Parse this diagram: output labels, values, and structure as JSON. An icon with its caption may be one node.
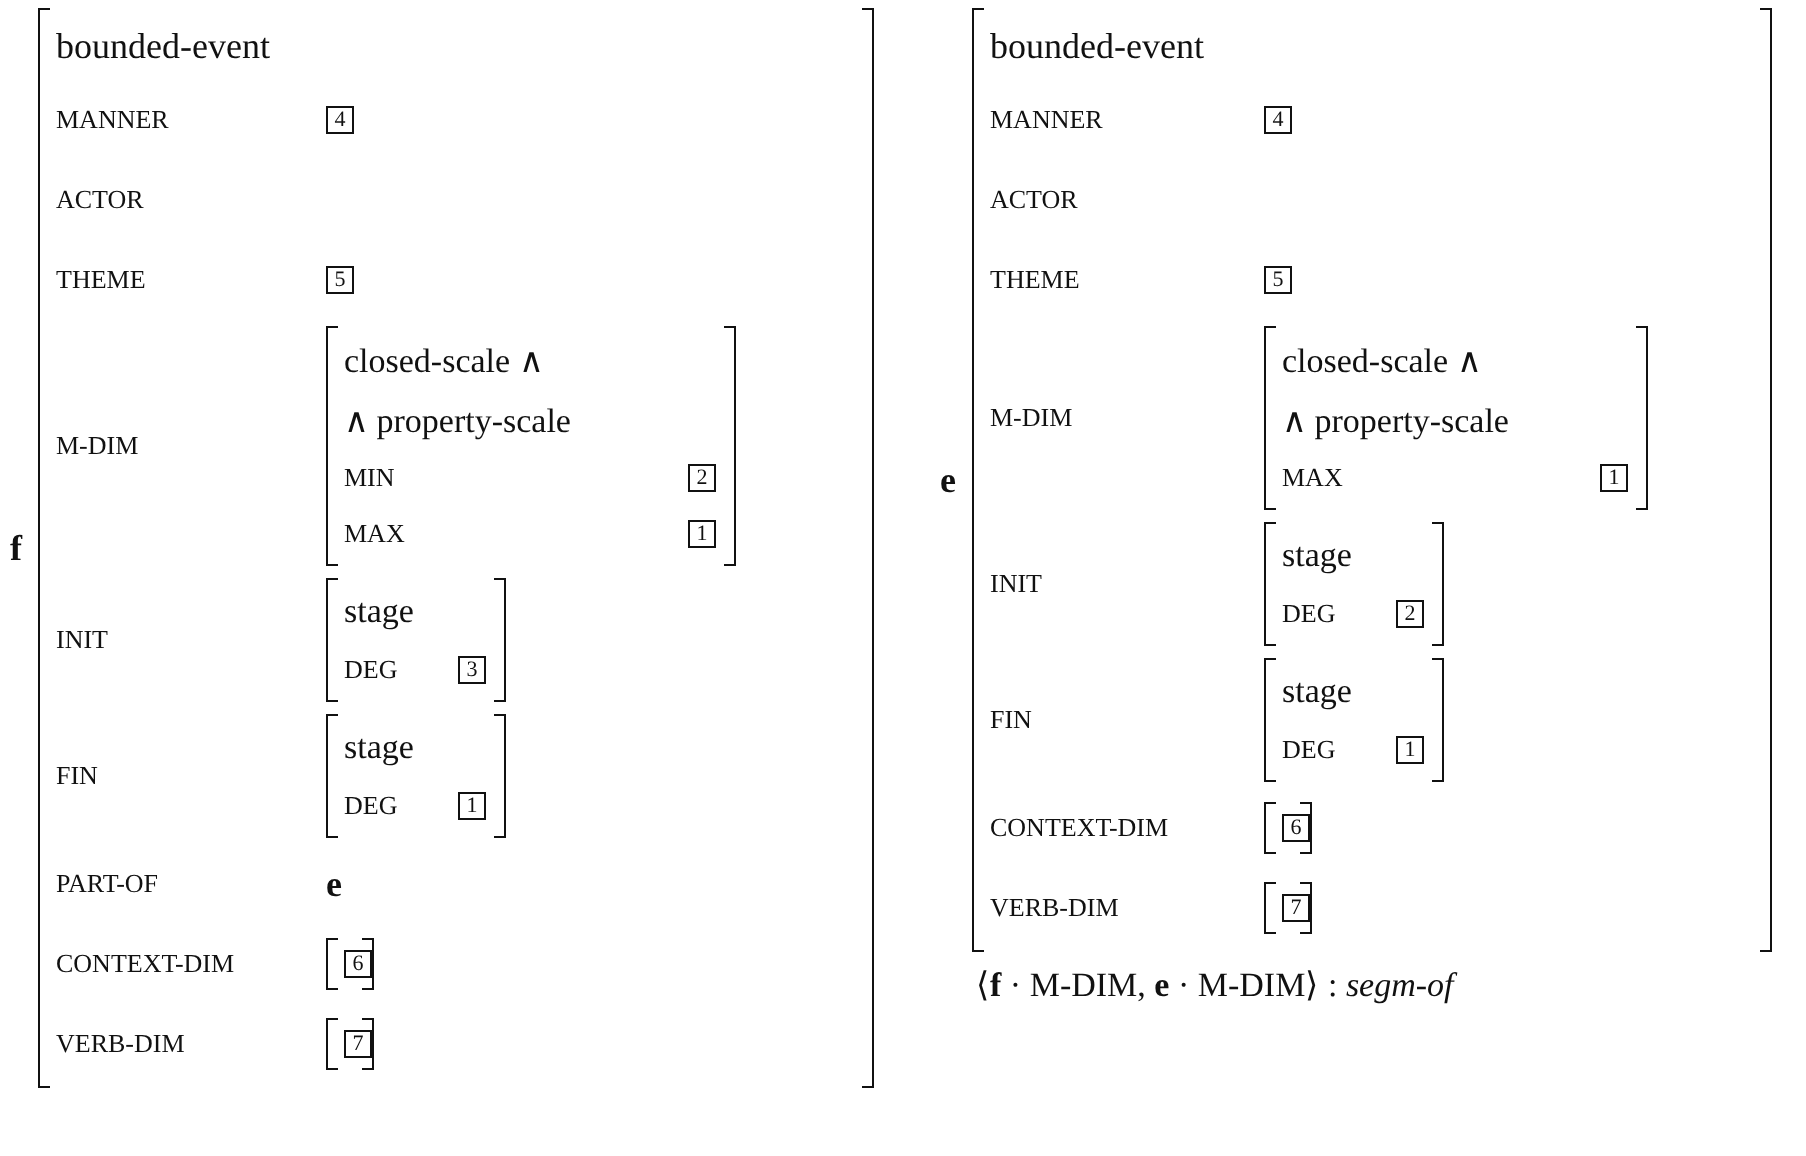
{
  "diagram": {
    "labels": [
      "f",
      "bounded-event",
      "MANNER",
      "4",
      "ACTOR",
      "THEME",
      "5",
      "M-DIM",
      "closed-scale ∧",
      "∧ property-scale",
      "MIN",
      "2",
      "MAX",
      "1",
      "INIT",
      "stage",
      "DEG",
      "3",
      "FIN",
      "stage",
      "DEG",
      "1",
      "PART-OF",
      "e",
      "CONTEXT-DIM",
      "6",
      "VERB-DIM",
      "7",
      "e",
      "bounded-event",
      "MANNER",
      "4",
      "ACTOR",
      "THEME",
      "5",
      "M-DIM",
      "closed-scale ∧",
      "∧ property-scale",
      "MAX",
      "1",
      "INIT",
      "stage",
      "DEG",
      "2",
      "FIN",
      "stage",
      "DEG",
      "1",
      "CONTEXT-DIM",
      "6",
      "VERB-DIM",
      "7",
      "⟨**f** · M-DIM, **e** · M-DIM⟩ : *segm-of*"
    ]
  }
}
